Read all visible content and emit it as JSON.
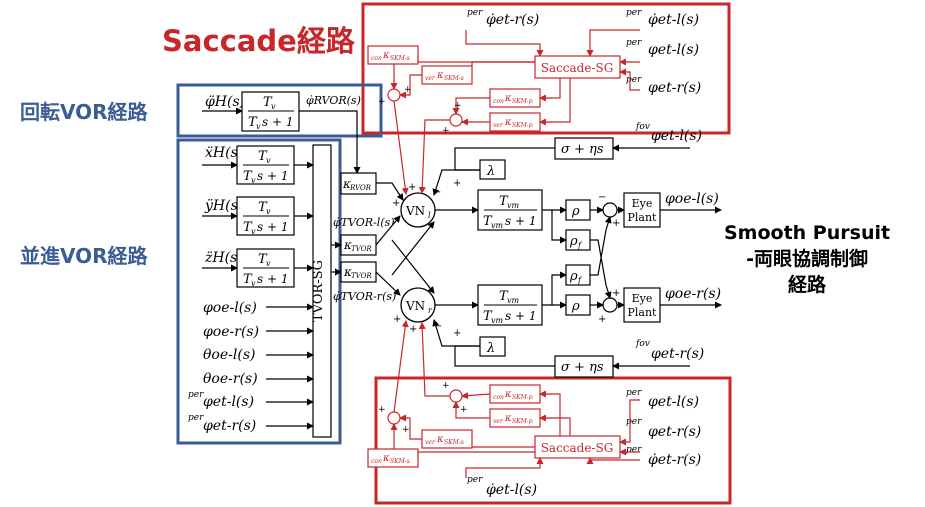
{
  "headings": {
    "saccade_path": "Saccade経路",
    "rotational_vor_path": "回転VOR経路",
    "translational_vor_path": "並進VOR経路",
    "smooth_pursuit_line1": "Smooth Pursuit",
    "smooth_pursuit_line2": "-両眼協調制御",
    "smooth_pursuit_line3": "経路"
  },
  "blocks": {
    "tv_num": "T",
    "tv_sub": "v",
    "tv_den": "s + 1",
    "tvm_sub": "vm",
    "tvor_sg": "TVOR-SG",
    "saccade_sg": "Saccade-SG",
    "eye_plant_line1": "Eye",
    "eye_plant_line2": "Plant",
    "vn_l": "VN",
    "vn_l_sub": "l",
    "vn_r": "VN",
    "vn_r_sub": "r",
    "lambda": "λ",
    "rho": "ρ",
    "rho_f": "ρ",
    "rho_f_sub": "f",
    "sigma_eta": "σ + ηs",
    "kappa": "κ",
    "k_rvor": "RVOR",
    "k_tvor": "TVOR",
    "k_sac_s": "SKM-s",
    "k_sac_p": "SKM-p",
    "k_pre_con": "con",
    "k_pre_ver": "ver"
  },
  "signals": {
    "phi_h": "φ̈H(s)",
    "phi_rvor": "φ̇RVOR(s)",
    "x_h": "ẍH(s)",
    "y_h": "ÿH(s)",
    "z_h": "z̈H(s)",
    "phi_tvor_l": "φ̇TVOR-l(s)",
    "phi_tvor_r": "φ̇TVOR-r(s)",
    "phi_oe_l": "φoe-l(s)",
    "phi_oe_r": "φoe-r(s)",
    "theta_oe_l": "θoe-l(s)",
    "theta_oe_r": "θoe-r(s)",
    "per_phi_et_l": "φet-l(s)",
    "per_phi_et_r": "φet-r(s)",
    "per_dphi_et_r": "φ̇et-r(s)",
    "per_dphi_et_l": "φ̇et-l(s)",
    "fov_phi_et_l": "φet-l(s)",
    "fov_phi_et_r": "φet-r(s)",
    "out_phi_oe_l": "φoe-l(s)",
    "out_phi_oe_r": "φoe-r(s)",
    "pre_per": "per",
    "pre_fov": "fov"
  },
  "colors": {
    "saccade": "#c8272a",
    "vor": "#3a5e93",
    "line": "#000000"
  }
}
